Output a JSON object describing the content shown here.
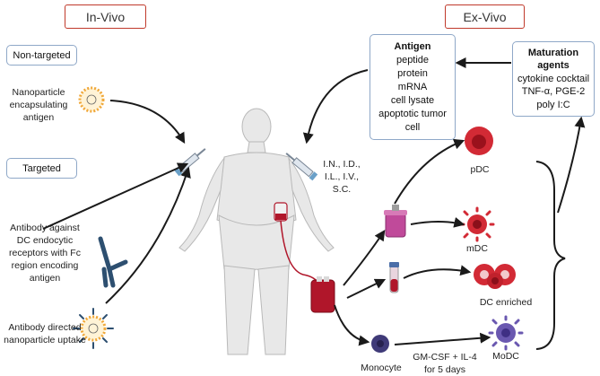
{
  "headers": {
    "in_vivo": "In-Vivo",
    "ex_vivo": "Ex-Vivo"
  },
  "in_vivo": {
    "non_targeted_label": "Non-targeted",
    "nanoparticle_lines": [
      "Nanoparticle",
      "encapsulating",
      "antigen"
    ],
    "targeted_label": "Targeted",
    "antibody_fc_lines": [
      "Antibody against",
      "DC endocytic",
      "receptors with Fc",
      "region encoding",
      "antigen"
    ],
    "antibody_np_lines": [
      "Antibody directed",
      "nanoparticle uptake"
    ]
  },
  "antigen_box": {
    "title": "Antigen",
    "items": [
      "peptide",
      "protein",
      "mRNA",
      "cell lysate",
      "apoptotic tumor",
      "cell"
    ]
  },
  "maturation_box": {
    "title_lines": [
      "Maturation",
      "agents"
    ],
    "items": [
      "cytokine cocktail",
      "TNF-α, PGE-2",
      "poly I:C"
    ]
  },
  "routes_lines": [
    "I.N., I.D.,",
    "I.L., I.V.,",
    "S.C."
  ],
  "cell_labels": {
    "pdc": "pDC",
    "mdc": "mDC",
    "dc_enriched": "DC enriched",
    "monocyte": "Monocyte",
    "modc": "MoDC"
  },
  "culture_lines": [
    "GM-CSF + IL-4",
    "for 5 days"
  ],
  "colors": {
    "header_border": "#c0392b",
    "box_border": "#8fa8c8",
    "blood": "#b0162a",
    "purple_cell": "#5b4a9a",
    "red_cell": "#d22a35",
    "tube": "#c04a9a"
  }
}
